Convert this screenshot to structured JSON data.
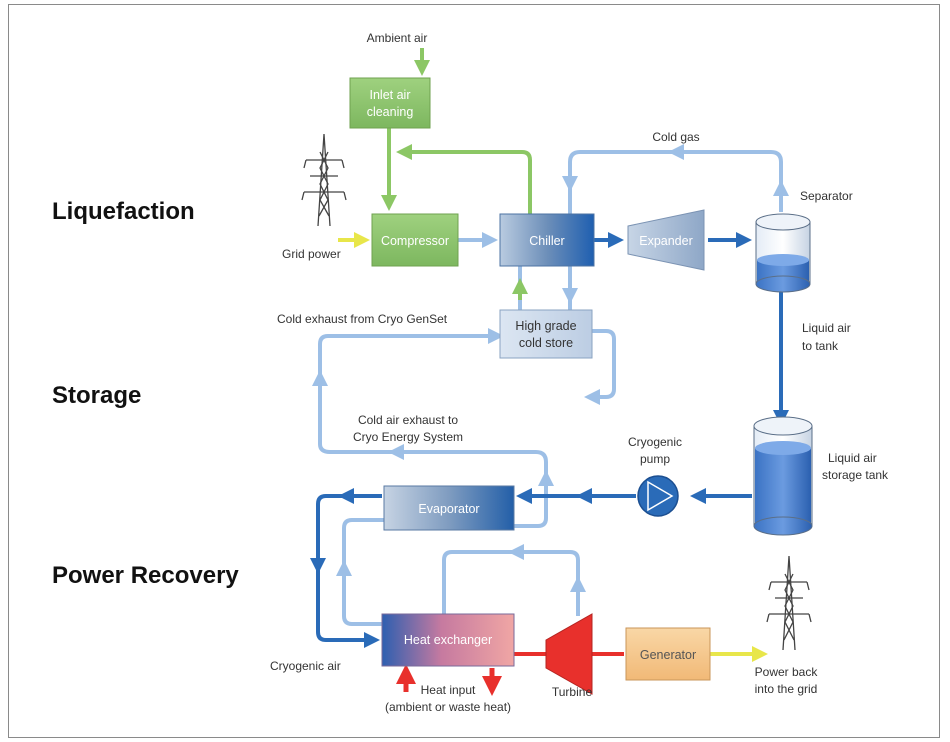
{
  "sections": {
    "liquefaction": "Liquefaction",
    "storage": "Storage",
    "power_recovery": "Power Recovery"
  },
  "components": {
    "inlet_air_cleaning": [
      "Inlet air",
      "cleaning"
    ],
    "compressor": "Compressor",
    "chiller": "Chiller",
    "expander": "Expander",
    "separator": "Separator",
    "high_grade_cold_store": [
      "High grade",
      "cold store"
    ],
    "liquid_air_storage_tank": [
      "Liquid air",
      "storage tank"
    ],
    "cryogenic_pump": [
      "Cryogenic",
      "pump"
    ],
    "evaporator": "Evaporator",
    "heat_exchanger": "Heat exchanger",
    "turbine": "Turbine",
    "generator": "Generator"
  },
  "labels": {
    "ambient_air": "Ambient air",
    "grid_power": "Grid power",
    "cold_gas": "Cold gas",
    "liquid_air_to_tank": [
      "Liquid air",
      "to tank"
    ],
    "cold_exhaust_cryo_genset": "Cold exhaust from Cryo GenSet",
    "cold_air_exhaust": [
      "Cold air exhaust to",
      "Cryo Energy System"
    ],
    "cryogenic_air": "Cryogenic air",
    "heat_input": [
      "Heat input",
      "(ambient or waste heat)"
    ],
    "power_back": [
      "Power back",
      "into the grid"
    ]
  },
  "colors": {
    "green_flow": "#8cc765",
    "green_box": "#8cc76e",
    "light_blue": "#9dbfe6",
    "dark_blue": "#2a6bb8",
    "yellow": "#e8e64a",
    "red": "#e8302c",
    "generator_box": "#f6c98c"
  }
}
